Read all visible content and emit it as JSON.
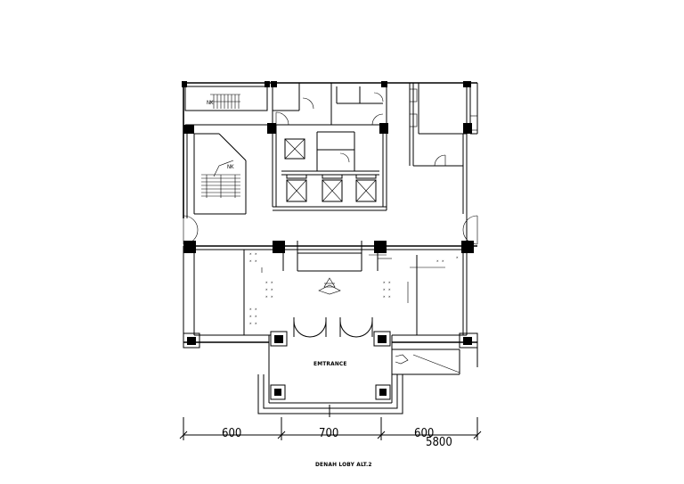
{
  "labels": {
    "stair_top": "NK",
    "stair_left": "NK",
    "entrance": "EMTRANCE",
    "plan_title": "DENAH LOBY ALT.2"
  },
  "dimensions": {
    "left": "600",
    "middle": "700",
    "right": "600",
    "total": "5800"
  }
}
